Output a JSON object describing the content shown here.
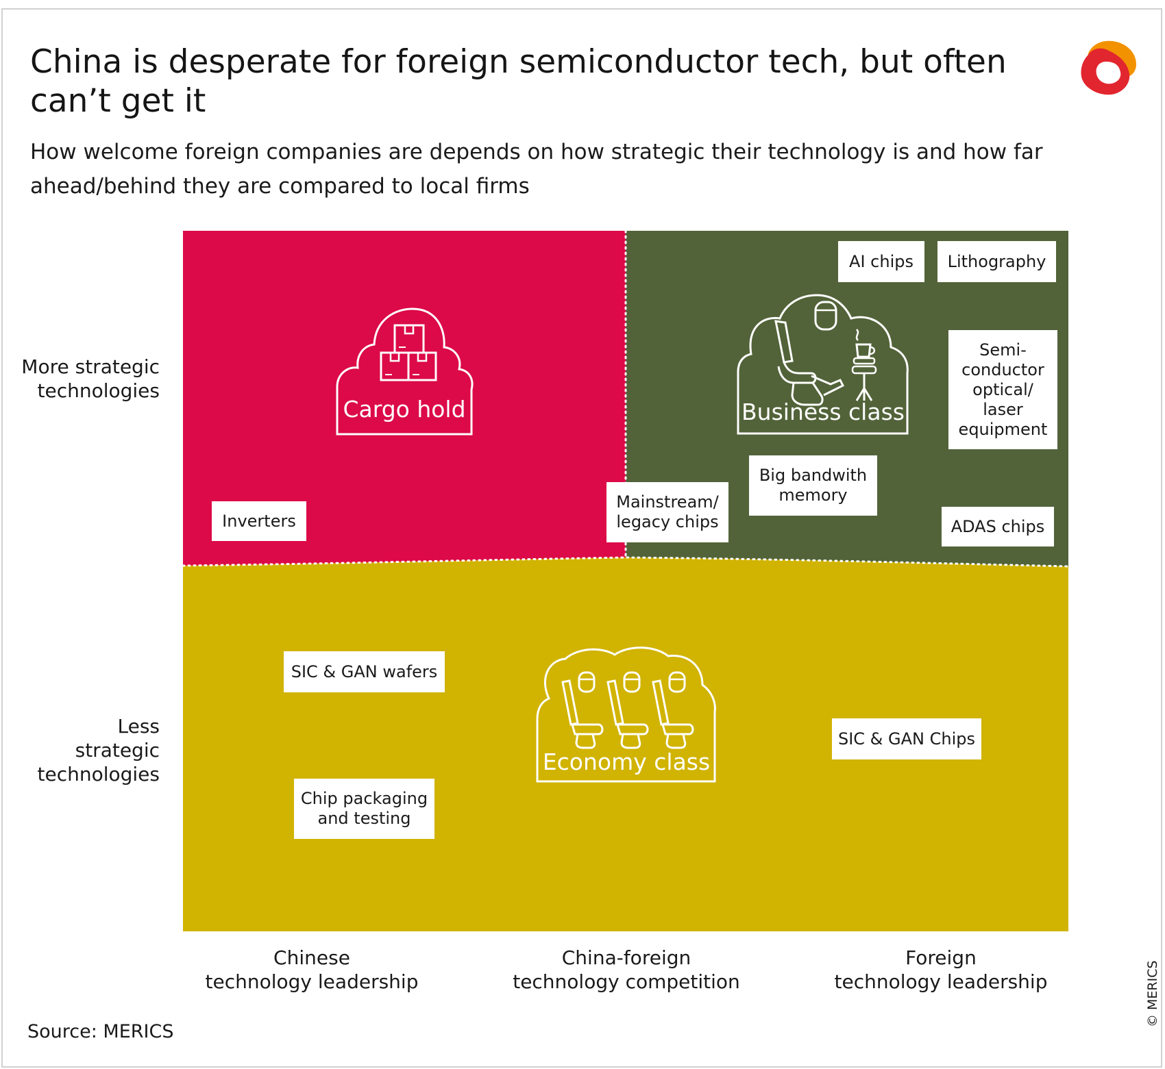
{
  "title": "China is desperate for foreign semiconductor tech, but often can’t get it",
  "subtitle": "How welcome foreign companies are depends on how strategic their technology is and how far ahead/behind they are compared to local firms",
  "colors": {
    "cargo_quadrant": "#dc0a48",
    "business_quadrant": "#526339",
    "economy_quadrant": "#d1b302",
    "logo_primary": "#e2262f",
    "logo_secondary": "#f39200"
  },
  "y_axis": {
    "top_label": [
      "More strategic",
      "technologies"
    ],
    "bottom_label": [
      "Less",
      "strategic",
      "technologies"
    ]
  },
  "x_axis": {
    "left_label": [
      "Chinese",
      "technology leadership"
    ],
    "middle_label": [
      "China-foreign",
      "technology competition"
    ],
    "right_label": [
      "Foreign",
      "technology leadership"
    ]
  },
  "zones": {
    "cargo": {
      "label": "Cargo hold",
      "icon": "cargo-boxes-icon"
    },
    "business": {
      "label": "Business class",
      "icon": "business-seat-icon"
    },
    "economy": {
      "label": "Economy class",
      "icon": "economy-seats-icon"
    }
  },
  "technologies": {
    "ai_chips": "AI chips",
    "lithography": "Lithography",
    "semiconductor_optical": [
      "Semi-",
      "conductor",
      "optical/",
      "laser",
      "equipment"
    ],
    "big_bandwith_memory": [
      "Big bandwith",
      "memory"
    ],
    "mainstream_legacy": [
      "Mainstream/",
      "legacy chips"
    ],
    "adas_chips": "ADAS chips",
    "inverters": "Inverters",
    "sic_gan_wafers": "SIC & GAN wafers",
    "sic_gan_chips": "SIC & GAN Chips",
    "chip_packaging": [
      "Chip packaging",
      "and testing"
    ]
  },
  "source": "Source: MERICS",
  "copyright": "© MERICS"
}
